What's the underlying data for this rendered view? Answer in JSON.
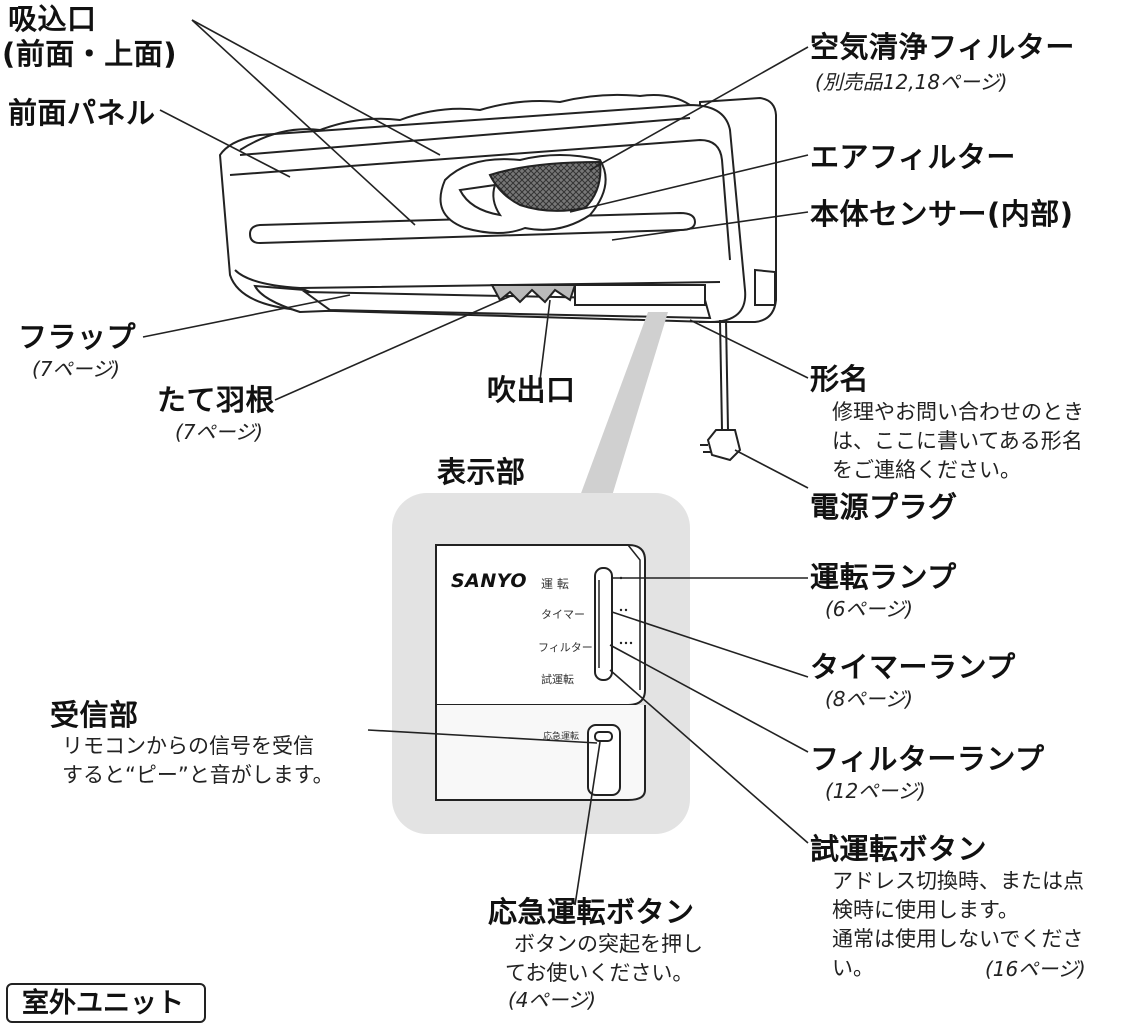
{
  "labels": {
    "intake": "吸込口",
    "intake_sub": "(前面・上面)",
    "front_panel": "前面パネル",
    "air_clean_filter": "空気清浄フィルター",
    "air_clean_filter_sub": "(別売品12,18ページ)",
    "air_filter": "エアフィルター",
    "body_sensor": "本体センサー(内部)",
    "flap": "フラップ",
    "flap_sub": "(7ページ)",
    "vane": "たて羽根",
    "vane_sub": "(7ページ)",
    "outlet": "吹出口",
    "model_name": "形名",
    "model_note": [
      "修理やお問い合わせのとき",
      "は、ここに書いてある形名",
      "をご連絡ください。"
    ],
    "display_section": "表示部",
    "power_plug": "電源プラグ",
    "run_lamp": "運転ランプ",
    "run_lamp_sub": "(6ページ)",
    "timer_lamp": "タイマーランプ",
    "timer_lamp_sub": "(8ページ)",
    "receiver": "受信部",
    "receiver_note": [
      "リモコンからの信号を受信",
      "すると“ピー”と音がします。"
    ],
    "filter_lamp": "フィルターランプ",
    "filter_lamp_sub": "(12ページ)",
    "test_button": "試運転ボタン",
    "test_note": [
      "アドレス切換時、または点",
      "検時に使用します。",
      "通常は使用しないでくださ",
      "い。"
    ],
    "test_note_ref": "(16ページ)",
    "emergency_button": "応急運転ボタン",
    "emergency_note": [
      "ボタンの突起を押し",
      "てお使いください。"
    ],
    "emergency_note_ref": "(4ページ)",
    "outdoor_unit": "室外ユニット"
  },
  "panel": {
    "brand": "SANYO",
    "row_run": "運 転",
    "row_timer": "タイマー",
    "row_filter": "フィルター",
    "row_test": "試運転",
    "emergency_small": "応急運転"
  },
  "colors": {
    "line": "#222222",
    "panel_bg": "#e3e3e3",
    "mesh": "#555555"
  }
}
